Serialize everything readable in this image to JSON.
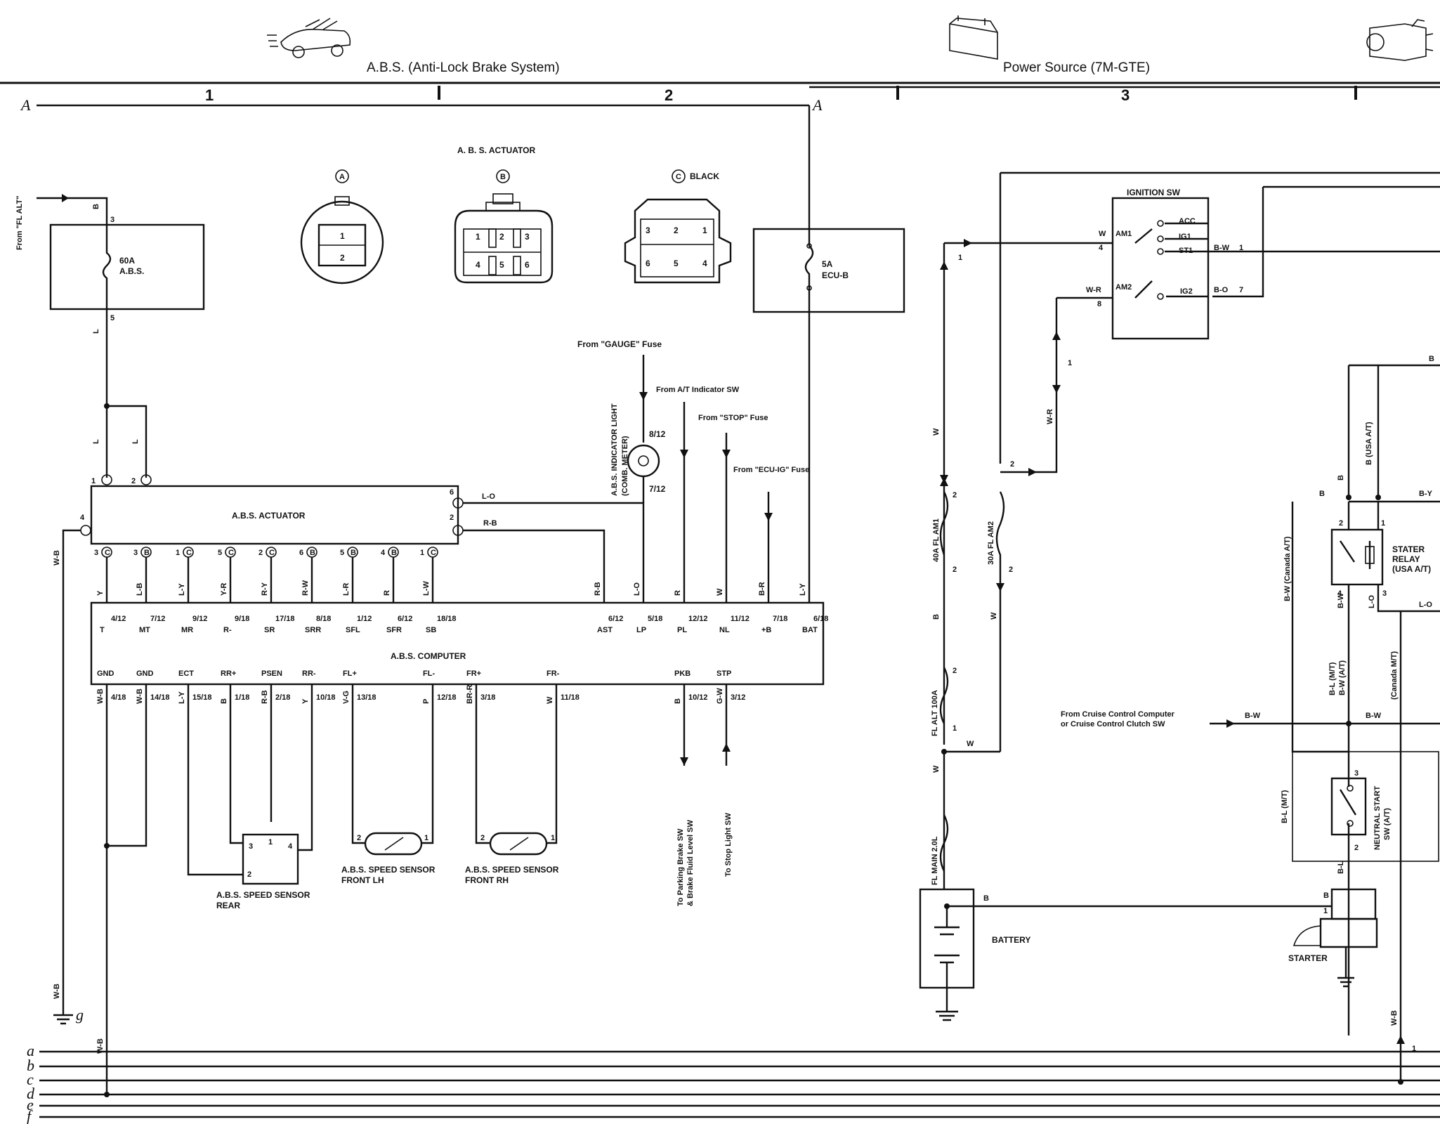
{
  "header": {
    "sections": [
      "A.B.S. (Anti-Lock Brake System)",
      "Power Source (7M-GTE)"
    ],
    "columns": [
      "1",
      "2",
      "3"
    ],
    "ref_a": "A"
  },
  "abs": {
    "connectors_title": "A. B. S. ACTUATOR",
    "conn_a": "A",
    "conn_b": "B",
    "conn_c": "C",
    "conn_c_color": "BLACK",
    "conn_a_pins": [
      "1",
      "2"
    ],
    "conn_b_pins": [
      "1",
      "2",
      "3",
      "4",
      "5",
      "6"
    ],
    "conn_c_pins": [
      "3",
      "2",
      "1",
      "6",
      "5",
      "4"
    ],
    "from_fl_alt": "From \"FL ALT\"",
    "fuse_60a": [
      "60A",
      "A.B.S."
    ],
    "fuse_5a": [
      "5A",
      "ECU-B"
    ],
    "actuator_label": "A.B.S. ACTUATOR",
    "computer_label": "A.B.S. COMPUTER",
    "computer_top_pins": [
      "T",
      "MT",
      "MR",
      "R-",
      "SR",
      "SRR",
      "SFL",
      "SFR",
      "SB",
      "AST",
      "LP",
      "PL",
      "NL",
      "+B",
      "BAT"
    ],
    "computer_top_fracs": [
      "4/12",
      "7/12",
      "9/12",
      "9/18",
      "17/18",
      "8/18",
      "1/12",
      "6/12",
      "18/18",
      "6/12",
      "5/18",
      "12/12",
      "11/12",
      "7/18",
      "6/18"
    ],
    "computer_top_wires": [
      "Y",
      "L-B",
      "L-Y",
      "Y-R",
      "R-Y",
      "R-W",
      "L-R",
      "R",
      "L-W",
      "R-B",
      "L-O",
      "R",
      "W",
      "B-R",
      "L-Y"
    ],
    "actuator_pins": [
      "3 C",
      "3 B",
      "1 C",
      "5 C",
      "2 C",
      "6 B",
      "5 B",
      "4 B",
      "1 C"
    ],
    "computer_bottom_pins": [
      "GND",
      "GND",
      "ECT",
      "RR+",
      "PSEN",
      "RR-",
      "FL+",
      "FL-",
      "FR+",
      "FR-",
      "PKB",
      "STP"
    ],
    "computer_bottom_fracs": [
      "4/18",
      "14/18",
      "15/18",
      "1/18",
      "2/18",
      "10/18",
      "13/18",
      "12/18",
      "3/18",
      "11/18",
      "10/12",
      "3/12"
    ],
    "computer_bottom_wires": [
      "W-B",
      "W-B",
      "L-Y",
      "B",
      "R-B",
      "Y",
      "V-G",
      "P",
      "BR-R",
      "W",
      "B",
      "G-W"
    ],
    "from_gauge": "From \"GAUGE\" Fuse",
    "from_at_indicator": "From A/T Indicator SW",
    "from_stop": "From \"STOP\" Fuse",
    "from_ecu_ig": "From \"ECU-IG\" Fuse",
    "indicator_light": [
      "A.B.S. INDICATOR LIGHT",
      "(COMB. METER)"
    ],
    "indicator_fracs": [
      "8/12",
      "7/12"
    ],
    "to_parking": [
      "To Parking Brake SW",
      "& Brake Fluid Level SW"
    ],
    "to_stop_light": "To Stop Light SW",
    "sensor_rear": [
      "A.B.S. SPEED SENSOR",
      "REAR"
    ],
    "sensor_front_lh": [
      "A.B.S. SPEED SENSOR",
      "FRONT LH"
    ],
    "sensor_front_rh": [
      "A.B.S. SPEED SENSOR",
      "FRONT RH"
    ],
    "wire_l": "L",
    "wire_b": "B",
    "wire_lo": "L-O",
    "wire_rb": "R-B",
    "wire_wb": "W-B",
    "ground_ref": "g"
  },
  "power": {
    "ignition_sw": "IGNITION SW",
    "ign_terms": [
      "AM1",
      "ACC",
      "IG1",
      "ST1",
      "AM2",
      "IG2"
    ],
    "ign_wires": [
      "W",
      "W-R",
      "B-W",
      "B-O"
    ],
    "ign_pins": [
      "4",
      "8",
      "1",
      "7"
    ],
    "fl_am1": "40A FL AM1",
    "fl_am2": "30A FL AM2",
    "fl_alt": "FL ALT 100A",
    "fl_main": "FL MAIN 2.0L",
    "battery": "BATTERY",
    "starter": "STARTER",
    "stater_relay": [
      "STATER",
      "RELAY",
      "(USA A/T)"
    ],
    "neutral_start": [
      "NEUTRAL START",
      "SW (A/T)"
    ],
    "from_cruise": [
      "From Cruise Control Computer",
      "or Cruise Control Clutch SW"
    ],
    "usa_at": "B (USA A/T)",
    "canada_at": "B-W (Canada A/T)",
    "canada_mt": "(Canada M/T)",
    "bl_mt": "B-L (M/T)",
    "bw_at": "B-W (A/T)",
    "b_l_mt": "B-L (M/T)",
    "wire_labels": [
      "W",
      "W-R",
      "B",
      "B-W",
      "B-Y",
      "L-O",
      "B-L",
      "W-B"
    ]
  },
  "bus_lines": [
    "a",
    "b",
    "c",
    "d",
    "e",
    "f"
  ]
}
